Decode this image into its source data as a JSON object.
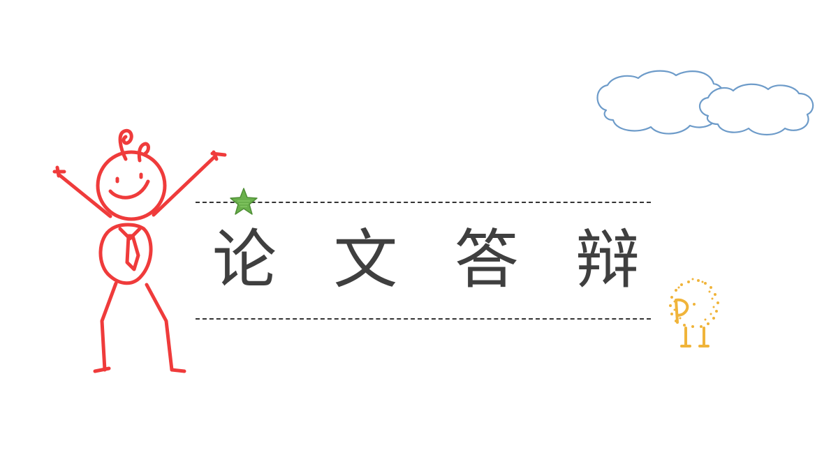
{
  "slide": {
    "title_chars": [
      "论",
      "文",
      "答",
      "辩"
    ],
    "title": "论文答辩"
  },
  "colors": {
    "background": "#ffffff",
    "title_text": "#3f3f3f",
    "dashed_lines": "#333333",
    "stick_figure": "#ef3b3b",
    "cloud_outline": "#6d9bc9",
    "star_fill": "#6ab04c",
    "chick": "#f0b43a"
  },
  "decorations": {
    "stick-figure-icon": "red stick figure with raised arms and tie",
    "star-icon": "green scribbled star",
    "cloud-icon": "two outlined blue clouds",
    "chick-icon": "yellow dotted round chick"
  }
}
